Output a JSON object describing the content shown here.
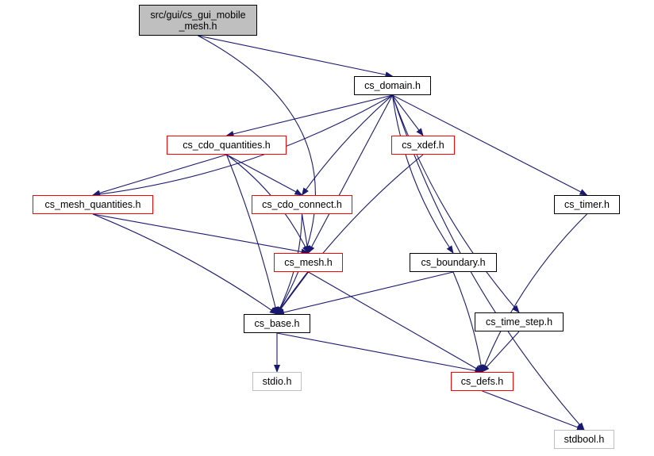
{
  "graph": {
    "edge_color": "#191970",
    "nodes": {
      "root": {
        "label": "src/gui/cs_gui_mobile\n_mesh.h",
        "style": "root"
      },
      "domain": {
        "label": "cs_domain.h",
        "style": "black"
      },
      "cdo_quantities": {
        "label": "cs_cdo_quantities.h",
        "style": "red"
      },
      "xdef": {
        "label": "cs_xdef.h",
        "style": "red"
      },
      "mesh_quantities": {
        "label": "cs_mesh_quantities.h",
        "style": "red"
      },
      "cdo_connect": {
        "label": "cs_cdo_connect.h",
        "style": "red"
      },
      "timer": {
        "label": "cs_timer.h",
        "style": "black"
      },
      "mesh": {
        "label": "cs_mesh.h",
        "style": "red"
      },
      "boundary": {
        "label": "cs_boundary.h",
        "style": "black"
      },
      "time_step": {
        "label": "cs_time_step.h",
        "style": "black"
      },
      "base": {
        "label": "cs_base.h",
        "style": "black"
      },
      "stdio": {
        "label": "stdio.h",
        "style": "ext"
      },
      "defs": {
        "label": "cs_defs.h",
        "style": "red"
      },
      "stdbool": {
        "label": "stdbool.h",
        "style": "ext"
      }
    },
    "edges": [
      [
        "root",
        "domain"
      ],
      [
        "root",
        "base"
      ],
      [
        "domain",
        "mesh_quantities"
      ],
      [
        "domain",
        "cdo_quantities"
      ],
      [
        "domain",
        "cdo_connect"
      ],
      [
        "domain",
        "mesh"
      ],
      [
        "domain",
        "xdef"
      ],
      [
        "domain",
        "boundary"
      ],
      [
        "domain",
        "time_step"
      ],
      [
        "domain",
        "timer"
      ],
      [
        "domain",
        "stdbool"
      ],
      [
        "cdo_quantities",
        "mesh_quantities"
      ],
      [
        "cdo_quantities",
        "cdo_connect"
      ],
      [
        "cdo_quantities",
        "mesh"
      ],
      [
        "cdo_quantities",
        "base"
      ],
      [
        "mesh_quantities",
        "mesh"
      ],
      [
        "mesh_quantities",
        "base"
      ],
      [
        "cdo_connect",
        "mesh"
      ],
      [
        "cdo_connect",
        "base"
      ],
      [
        "xdef",
        "base"
      ],
      [
        "mesh",
        "base"
      ],
      [
        "mesh",
        "defs"
      ],
      [
        "boundary",
        "base"
      ],
      [
        "boundary",
        "defs"
      ],
      [
        "timer",
        "defs"
      ],
      [
        "time_step",
        "defs"
      ],
      [
        "base",
        "stdio"
      ],
      [
        "base",
        "defs"
      ],
      [
        "defs",
        "stdbool"
      ]
    ]
  }
}
